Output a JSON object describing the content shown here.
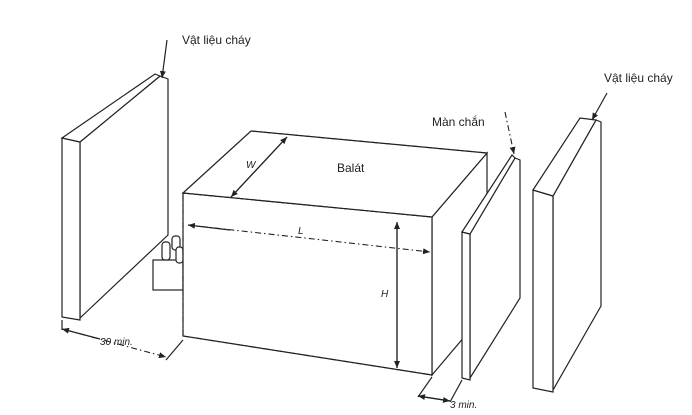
{
  "labels": {
    "combustible_left": "Vật liệu cháy",
    "combustible_right": "Vật liệu cháy",
    "screen": "Màn chắn",
    "battery": "Balát",
    "width": "W",
    "length": "L",
    "height": "H",
    "clearance_left": "30 min.",
    "clearance_right": "3 min."
  }
}
